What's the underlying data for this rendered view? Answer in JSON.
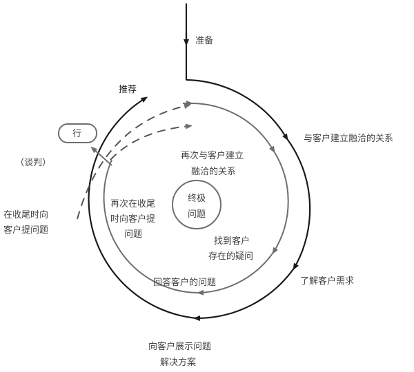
{
  "labels": {
    "prepare": "准备",
    "recommend": "推荐",
    "action": "行",
    "negotiate": "（谈判）",
    "ask_at_close": [
      "在收尾时向",
      "客户提问题"
    ],
    "build_rapport": "与客户建立融洽的关系",
    "rebuild_rapport": [
      "再次与客户建立",
      "融洽的关系"
    ],
    "ask_again": [
      "再次在收尾",
      "时向客户提",
      "问题"
    ],
    "ultimate": [
      "终极",
      "问题"
    ],
    "find_doubts": [
      "找到客户",
      "存在的疑问"
    ],
    "answer": "回答客户的问题",
    "needs": "了解客户需求",
    "present": [
      "向客户展示问题",
      "解决方案"
    ]
  },
  "colors": {
    "outer": "#1a1a1a",
    "inner": "#6e6e6e",
    "text": "#444444"
  }
}
